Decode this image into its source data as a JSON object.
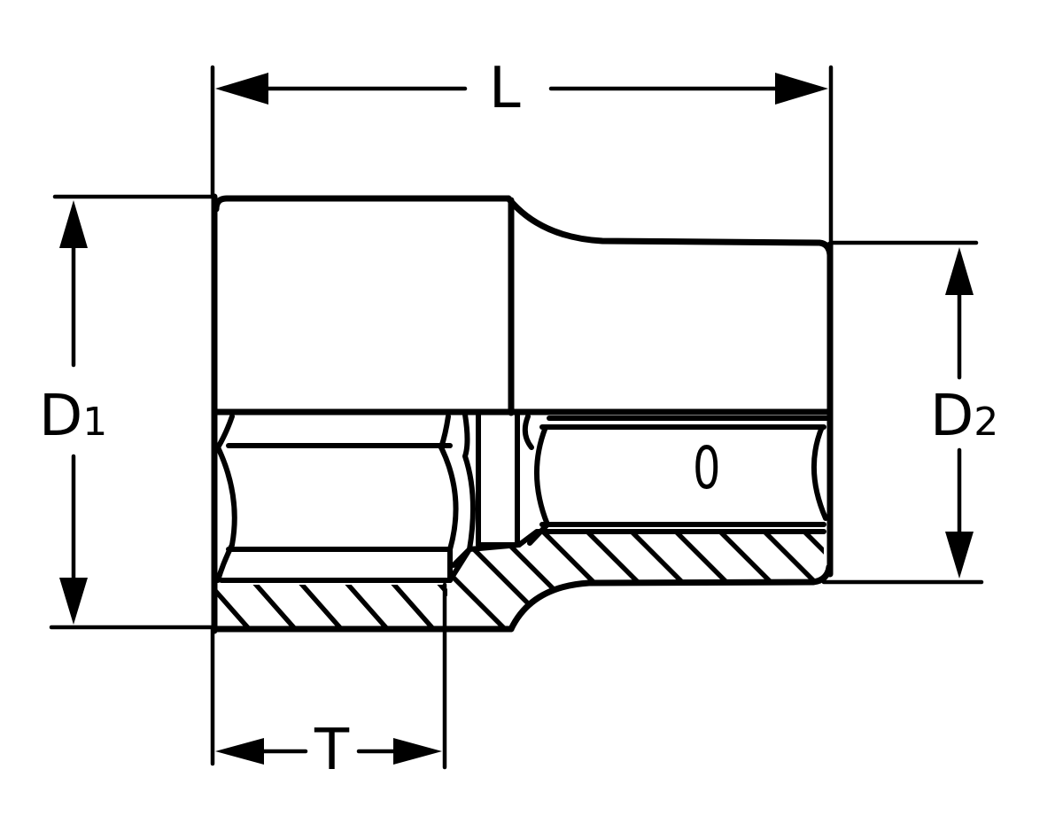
{
  "diagram": {
    "subject": "socket wrench cross-section with dimensions",
    "colors": {
      "line": "#000000",
      "background": "#ffffff"
    },
    "dimensions": {
      "length": {
        "label": "L"
      },
      "diameter_drive_end": {
        "label": "D",
        "subscript": "1"
      },
      "diameter_shank_end": {
        "label": "D",
        "subscript": "2"
      },
      "socket_depth": {
        "label": "T"
      }
    },
    "part_marking": "0"
  }
}
